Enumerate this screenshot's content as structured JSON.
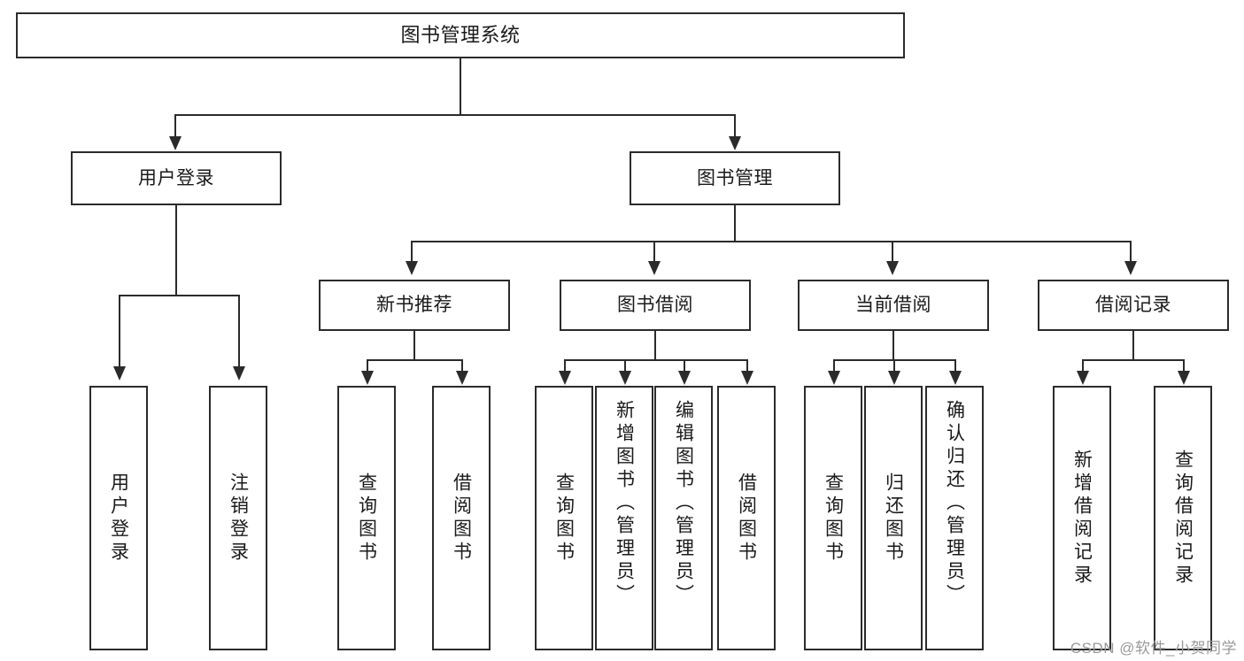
{
  "diagram": {
    "type": "tree-hierarchy-chart",
    "title": "图书管理系统",
    "watermark": "CSDN @软件_小贺同学",
    "colors": {
      "stroke": "#2b2b2b",
      "fill": "#ffffff",
      "watermark": "#9a9a9a"
    },
    "levels": {
      "root": {
        "label": "图书管理系统"
      },
      "level2": [
        {
          "label": "用户登录"
        },
        {
          "label": "图书管理"
        }
      ],
      "level3": [
        {
          "label": "新书推荐"
        },
        {
          "label": "图书借阅"
        },
        {
          "label": "当前借阅"
        },
        {
          "label": "借阅记录"
        }
      ],
      "leaves": {
        "user_login": [
          {
            "label": "用户登录"
          },
          {
            "label": "注销登录"
          }
        ],
        "new_book_recommend": [
          {
            "label": "查询图书"
          },
          {
            "label": "借阅图书"
          }
        ],
        "book_borrow": [
          {
            "label": "查询图书"
          },
          {
            "label": "新增图书（管理员）"
          },
          {
            "label": "编辑图书（管理员）"
          },
          {
            "label": "借阅图书"
          }
        ],
        "current_borrow": [
          {
            "label": "查询图书"
          },
          {
            "label": "归还图书"
          },
          {
            "label": "确认归还（管理员）"
          }
        ],
        "borrow_record": [
          {
            "label": "新增借阅记录"
          },
          {
            "label": "查询借阅记录"
          }
        ]
      }
    }
  }
}
